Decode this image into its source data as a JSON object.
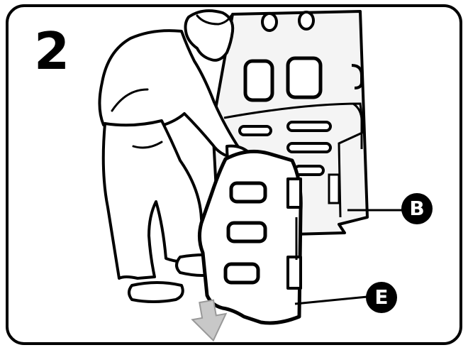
{
  "step_number": "2",
  "callouts": [
    {
      "label": "B",
      "target": "backrest-panel"
    },
    {
      "label": "E",
      "target": "side-step-piece"
    }
  ],
  "colors": {
    "outline": "#000000",
    "fill": "#ffffff",
    "panel_shade": "#f4f4f4",
    "arrow_fill": "#c8c8c8",
    "callout_bg": "#000000",
    "callout_text": "#ffffff"
  },
  "icons": [
    "down-arrow-icon"
  ]
}
